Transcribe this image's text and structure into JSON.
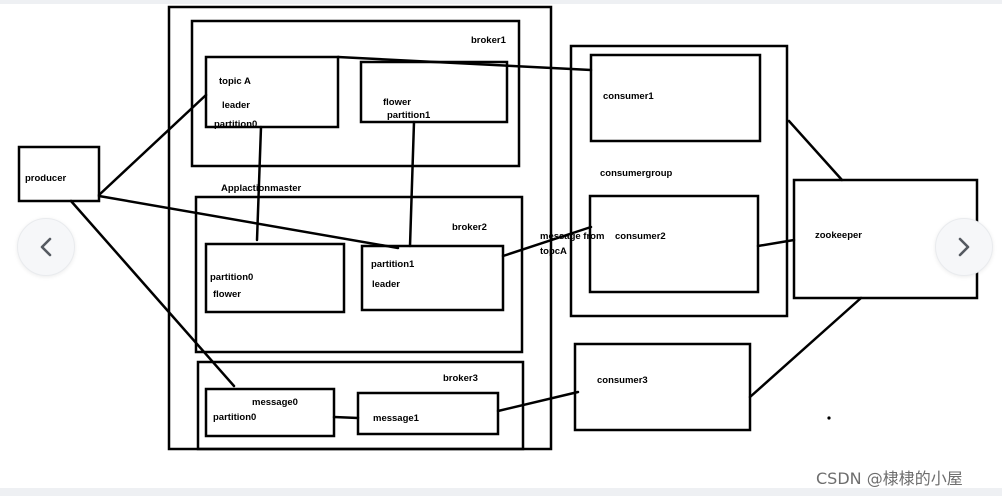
{
  "diagram": {
    "producer": "producer",
    "applaction_master": "Applactionmaster",
    "broker1": {
      "title": "broker1",
      "topic_box": {
        "line1": "topic A",
        "line2": "leader",
        "line3": "partition0"
      },
      "flower_box": {
        "line1": "flower",
        "line2": "partition1"
      }
    },
    "broker2": {
      "title": "broker2",
      "partition0_box": {
        "line1": "partition0",
        "line2": "flower"
      },
      "partition1_box": {
        "line1": "partition1",
        "line2": "leader"
      }
    },
    "broker3": {
      "title": "broker3",
      "message0_box": {
        "line1": "message0",
        "line2": "partition0"
      },
      "message1_box": {
        "line1": "message1"
      }
    },
    "consumer_group": {
      "title": "consumergroup",
      "consumer1": "consumer1",
      "consumer2": "consumer2"
    },
    "consumer3": "consumer3",
    "zookeeper": "zookeeper",
    "message_note": {
      "line1": "message from",
      "line2": "topcA"
    }
  },
  "carousel": {
    "prev_icon": "chevron-left-icon",
    "next_icon": "chevron-right-icon"
  },
  "watermark": "CSDN @棣棣的小屋"
}
